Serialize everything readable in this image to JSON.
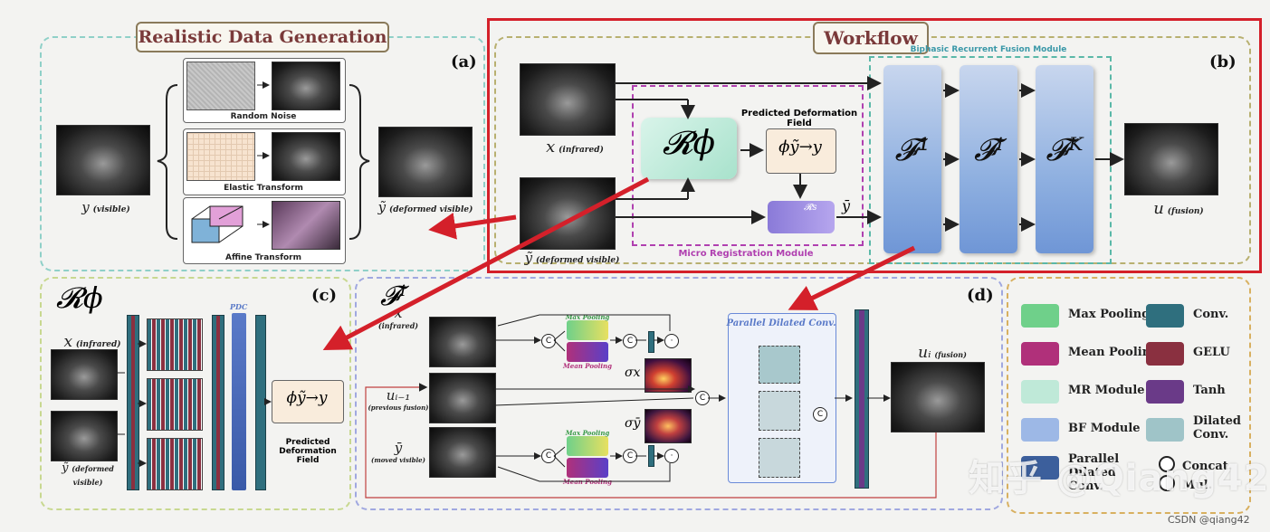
{
  "panels": {
    "a": {
      "title": "Realistic Data Generation",
      "label": "(a)",
      "items": [
        "Random Noise",
        "Elastic Transform",
        "Affine Transform"
      ],
      "input_caption": "y",
      "input_sub": "(visible)",
      "output_caption": "ỹ",
      "output_sub": "(deformed visible)"
    },
    "b": {
      "title": "Workflow",
      "label": "(b)",
      "module_title": "Biphasic Recurrent Fusion Module",
      "x_caption": "x",
      "x_sub": "(infrared)",
      "y_caption": "ỹ",
      "y_sub": "(deformed visible)",
      "r_phi": "𝓡ϕ",
      "pdf_title": "Predicted Deformation Field",
      "phi": "ϕỹ→y",
      "rs": "𝓡s",
      "ybar": "ȳ",
      "micro": "Micro Registration Module",
      "f1": "𝓕¹",
      "fi": "𝓕ⁱ",
      "fk": "𝓕ᴷ",
      "u_caption": "u",
      "u_sub": "(fusion)"
    },
    "c": {
      "label": "(c)",
      "r_phi": "𝓡ϕ",
      "pdc": "PDC",
      "x_caption": "x",
      "x_sub": "(infrared)",
      "y_caption": "ỹ",
      "y_sub": "(deformed visible)",
      "phi": "ϕỹ→y",
      "pdf": "Predicted Deformation Field"
    },
    "d": {
      "label": "(d)",
      "f_title": "𝓕ⁱ",
      "x_caption": "x",
      "x_sub": "(infrared)",
      "u_caption": "uᵢ₋₁",
      "u_sub": "(previous fusion)",
      "y_caption": "ȳ",
      "y_sub": "(moved visible)",
      "max_pool": "Max Pooling",
      "mean_pool": "Mean Pooling",
      "sigma_x": "σx",
      "sigma_y": "σȳ",
      "pdc_title": "Parallel Dilated Conv.",
      "ui_caption": "uᵢ",
      "ui_sub": "(fusion)",
      "concat": "C",
      "mul": "·"
    },
    "legend": [
      {
        "label": "Max Pooling",
        "color": "#6fd08a"
      },
      {
        "label": "Conv.",
        "color": "#2f6f7e"
      },
      {
        "label": "Mean Pooling",
        "color": "#b0307a"
      },
      {
        "label": "GELU",
        "color": "#8a3040"
      },
      {
        "label": "MR Module",
        "color": "#bfe9d8"
      },
      {
        "label": "Tanh",
        "color": "#6a3a88"
      },
      {
        "label": "BF Module",
        "color": "#9db8e6"
      },
      {
        "label": "Dilated Conv.",
        "color": "#9fc4c8"
      },
      {
        "label": "Parallel Dilated Conv.",
        "color": "#3c5f9c"
      },
      {
        "label": "Concat.",
        "color": "#ffffff"
      },
      {
        "label": "Mul.",
        "color": "#ffffff"
      }
    ]
  },
  "watermark": {
    "text": "知乎 @Qiang42",
    "credit": "CSDN @qiang42"
  },
  "colors": {
    "red": "#d4202a",
    "panel_a": "#8fd0c8",
    "panel_b": "#b8b070",
    "panel_c": "#c8d890",
    "panel_d": "#a0a8e0",
    "legend_border": "#d8b060"
  }
}
